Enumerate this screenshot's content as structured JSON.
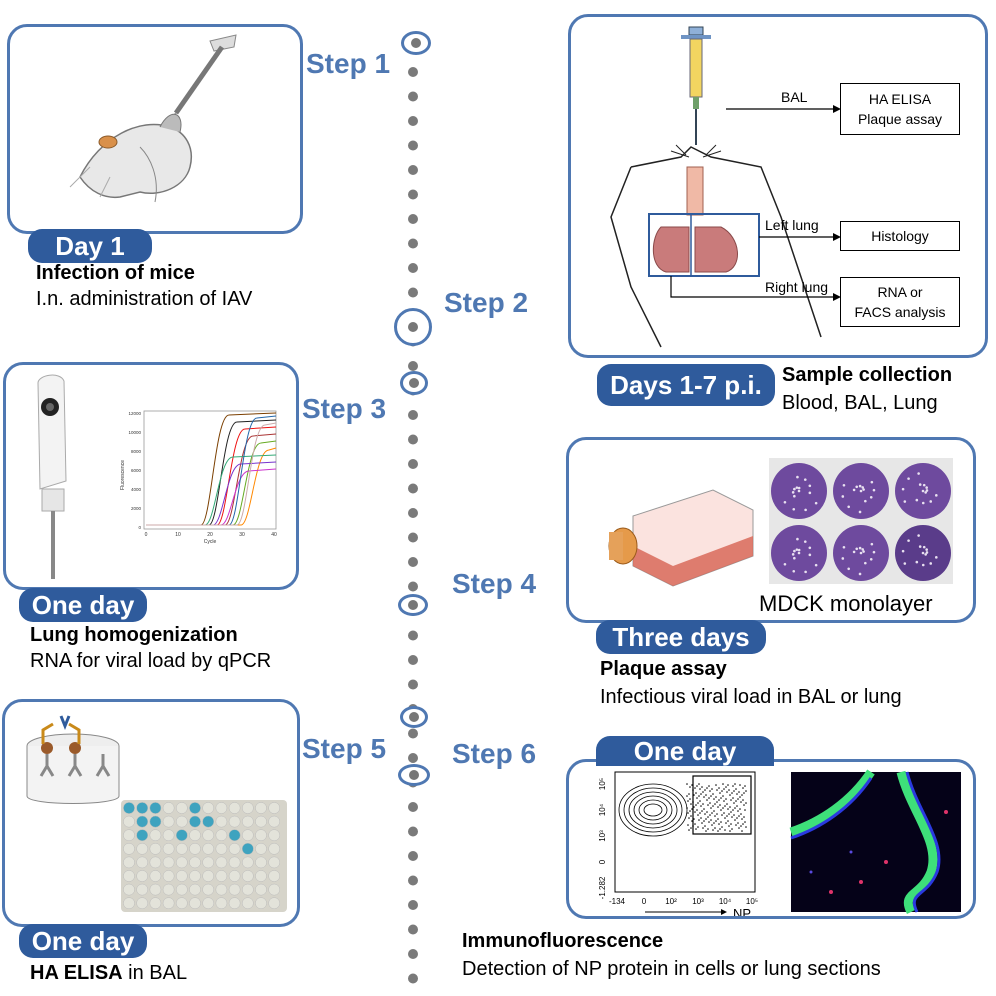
{
  "steps": [
    {
      "label": "Step 1"
    },
    {
      "label": "Step 2"
    },
    {
      "label": "Step 3"
    },
    {
      "label": "Step 4"
    },
    {
      "label": "Step 5"
    },
    {
      "label": "Step 6"
    }
  ],
  "cards": {
    "infection": {
      "duration": "Day 1",
      "title": "Infection of mice",
      "desc": "I.n. administration of IAV"
    },
    "sample": {
      "duration": "Days 1-7 p.i.",
      "title": "Sample collection",
      "desc": "Blood, BAL, Lung"
    },
    "homogenization": {
      "duration": "One day",
      "title": "Lung homogenization",
      "desc": "RNA for viral load by qPCR"
    },
    "plaque": {
      "duration": "Three days",
      "title": "Plaque assay",
      "desc": "Infectious viral load in BAL or lung",
      "image_label": "MDCK monolayer"
    },
    "elisa": {
      "duration": "One day",
      "title_bold": "HA ELISA",
      "title_rest": " in BAL"
    },
    "immuno": {
      "duration": "One day",
      "title": "Immunofluorescence",
      "desc": "Detection of NP protein in cells or lung sections"
    }
  },
  "sample_diagram": {
    "bal_label": "BAL",
    "bal_box_1": "HA ELISA",
    "bal_box_2": "Plaque assay",
    "left_lung_label": "Left lung",
    "left_lung_box": "Histology",
    "right_lung_label": "Right lung",
    "right_lung_box_1": "RNA or",
    "right_lung_box_2": "FACS analysis"
  },
  "qpcr_plot": {
    "ylabel": "Fluorescence",
    "xlabel": "Cycle",
    "yticks": [
      "12000",
      "10000",
      "8000",
      "6000",
      "4000",
      "2000",
      "0"
    ],
    "xticks": [
      "0",
      "10",
      "20",
      "30",
      "40"
    ]
  },
  "facs_plot": {
    "xlabel": "NP",
    "yticks": [
      "10⁵",
      "10⁴",
      "10³",
      "0",
      "-1.282"
    ],
    "xticks": [
      "-134",
      "0",
      "10²",
      "10³",
      "10⁴",
      "10⁵"
    ]
  },
  "colors": {
    "accent": "#4f78b2",
    "pill": "#2f5b9c"
  }
}
